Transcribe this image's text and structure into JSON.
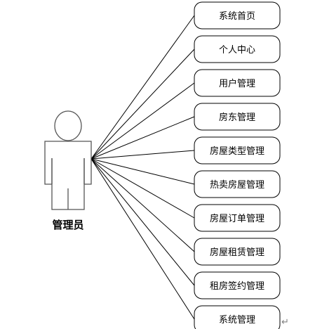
{
  "actor": {
    "label": "管理员"
  },
  "use_cases": [
    {
      "label": "系统首页"
    },
    {
      "label": "个人中心"
    },
    {
      "label": "用户管理"
    },
    {
      "label": "房东管理"
    },
    {
      "label": "房屋类型管理"
    },
    {
      "label": "热卖房屋管理"
    },
    {
      "label": "房屋订单管理"
    },
    {
      "label": "房屋租赁管理"
    },
    {
      "label": "租房签约管理"
    },
    {
      "label": "系统管理"
    }
  ],
  "paragraph_mark": "↵"
}
